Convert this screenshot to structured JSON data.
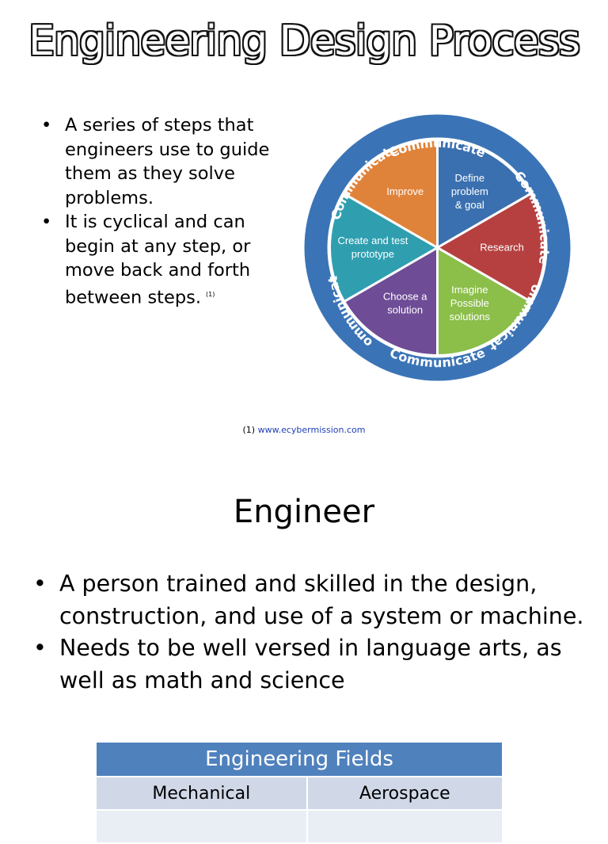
{
  "slide1": {
    "title": "Engineering Design Process",
    "bullets": [
      "A series of steps that engineers use to guide them as they solve problems.",
      "It is cyclical and can begin at any step, or move back and forth between steps."
    ],
    "bullet_citation_marker": "(1)",
    "cycle": {
      "ring_label": "Communicate",
      "steps": [
        {
          "label": "Define problem & goal",
          "color": "#3a70b0"
        },
        {
          "label": "Research",
          "color": "#b64040"
        },
        {
          "label": "Imagine Possible solutions",
          "color": "#8cbe4a"
        },
        {
          "label": "Choose a solution",
          "color": "#6e4c96"
        },
        {
          "label": "Create and test prototype",
          "color": "#2f9fb0"
        },
        {
          "label": "Improve",
          "color": "#e0833a"
        }
      ],
      "ring_color": "#3b74b6"
    },
    "citation": {
      "number": "(1)",
      "link": "www.ecybermission.com"
    }
  },
  "slide2": {
    "title": "Engineer",
    "bullets": [
      "A person trained and skilled in the design, construction, and use of a system or machine.",
      "Needs to be well versed in language arts, as well as math and science"
    ],
    "table": {
      "header": "Engineering Fields",
      "rows": [
        [
          "Mechanical",
          "Aerospace"
        ],
        [
          "",
          ""
        ]
      ]
    }
  }
}
